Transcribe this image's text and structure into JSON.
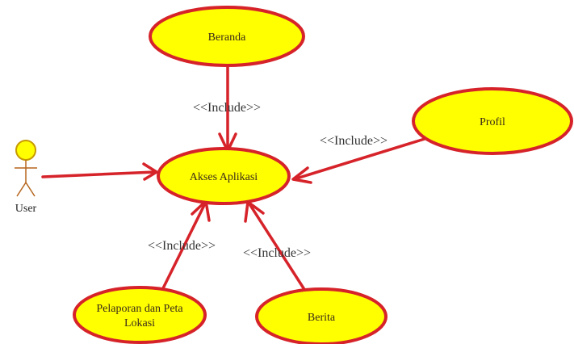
{
  "colors": {
    "usecase_fill": "#ffff00",
    "usecase_stroke": "#d6232a",
    "edge": "#d6232a",
    "actor_head": "#ffff00"
  },
  "actor": {
    "name": "User",
    "icon": "stick-figure-icon"
  },
  "usecases": {
    "beranda": "Beranda",
    "profil": "Profil",
    "akses": "Akses Aplikasi",
    "pelaporan_line1": "Pelaporan dan Peta",
    "pelaporan_line2": "Lokasi",
    "berita": "Berita"
  },
  "relations": {
    "beranda_akses": "<<Include>>",
    "profil_akses": "<<Include>>",
    "pelaporan_akses": "<<Include>>",
    "berita_akses": "<<Include>>"
  }
}
